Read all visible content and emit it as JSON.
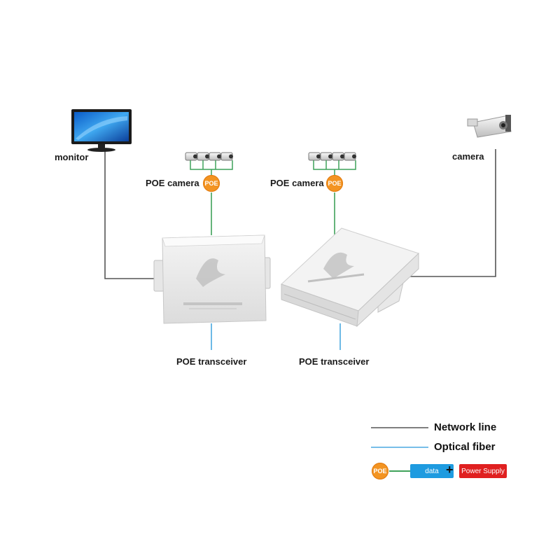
{
  "labels": {
    "monitor": "monitor",
    "camera": "camera",
    "poe_camera_left": "POE camera",
    "poe_camera_right": "POE camera",
    "transceiver_left": "POE transceiver",
    "transceiver_right": "POE transceiver"
  },
  "badges": {
    "poe_left": "POE",
    "poe_right": "POE",
    "poe_legend": "POE"
  },
  "legend": {
    "network_line": "Network line",
    "optical_fiber": "Optical fiber",
    "data": "data",
    "plus": "+",
    "power_supply": "Power Supply"
  },
  "colors": {
    "network_line": "#555555",
    "optical_fiber": "#4aa8e0",
    "poe_link": "#3fa25a",
    "poe_orange": "#f39422",
    "data_blue": "#1e9be0",
    "power_red": "#e02020"
  }
}
